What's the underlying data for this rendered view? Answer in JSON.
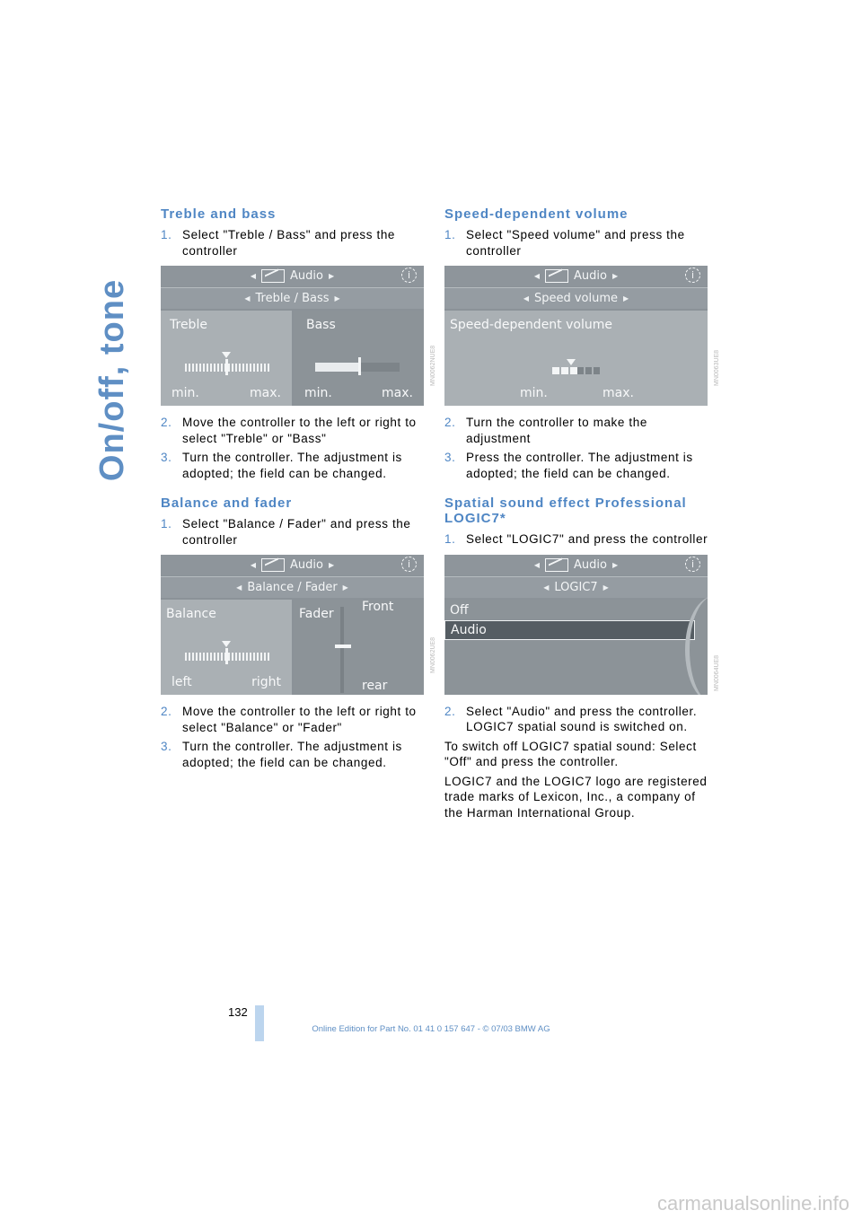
{
  "side_title": "On/off, tone",
  "left": {
    "treble": {
      "heading": "Treble and bass",
      "step1_num": "1.",
      "step1": "Select \"Treble / Bass\" and press the controller",
      "step2_num": "2.",
      "step2": "Move the controller to the left or right to select \"Treble\" or \"Bass\"",
      "step3_num": "3.",
      "step3": "Turn the controller. The adjustment is adopted; the field can be changed.",
      "screen": {
        "top": "Audio",
        "sub": "Treble / Bass",
        "left_label": "Treble",
        "left_min": "min.",
        "left_max": "max.",
        "right_label": "Bass",
        "right_min": "min.",
        "right_max": "max.",
        "code": "MN0062NUE8"
      }
    },
    "balance": {
      "heading": "Balance and fader",
      "step1_num": "1.",
      "step1": "Select \"Balance / Fader\" and press the controller",
      "step2_num": "2.",
      "step2": "Move the controller to the left or right to select \"Balance\" or \"Fader\"",
      "step3_num": "3.",
      "step3": "Turn the controller. The adjustment is adopted; the field can be changed.",
      "screen": {
        "top": "Audio",
        "sub": "Balance / Fader",
        "left_label": "Balance",
        "left_min": "left",
        "left_max": "right",
        "right_label": "Fader",
        "right_front": "Front",
        "right_rear": "rear",
        "code": "MN0062UE8"
      }
    }
  },
  "right": {
    "speed": {
      "heading": "Speed-dependent volume",
      "step1_num": "1.",
      "step1": "Select \"Speed volume\" and press the controller",
      "step2_num": "2.",
      "step2": "Turn the controller to make the adjustment",
      "step3_num": "3.",
      "step3": "Press the controller. The adjustment is adopted; the field can be changed.",
      "screen": {
        "top": "Audio",
        "sub": "Speed volume",
        "label": "Speed-dependent volume",
        "min": "min.",
        "max": "max.",
        "code": "MN0063UE8"
      }
    },
    "logic": {
      "heading": "Spatial sound effect Professional LOGIC7*",
      "step1_num": "1.",
      "step1": "Select \"LOGIC7\" and press the controller",
      "step2_num": "2.",
      "step2": "Select \"Audio\" and press the controller. LOGIC7 spatial sound is switched on.",
      "para1": "To switch off LOGIC7 spatial sound: Select \"Off\" and press the controller.",
      "para2": "LOGIC7 and the LOGIC7 logo are registered trade marks of Lexicon, Inc., a company of the Harman International Group.",
      "screen": {
        "top": "Audio",
        "sub": "LOGIC7",
        "item_off": "Off",
        "item_audio": "Audio",
        "code": "MN0064UE8"
      }
    }
  },
  "page_number": "132",
  "footer": "Online Edition for Part No. 01 41 0 157 647 - © 07/03 BMW AG",
  "watermark": "carmanualsonline.info",
  "colors": {
    "accent": "#4f86c4",
    "screen_bg": "#8b9298"
  }
}
